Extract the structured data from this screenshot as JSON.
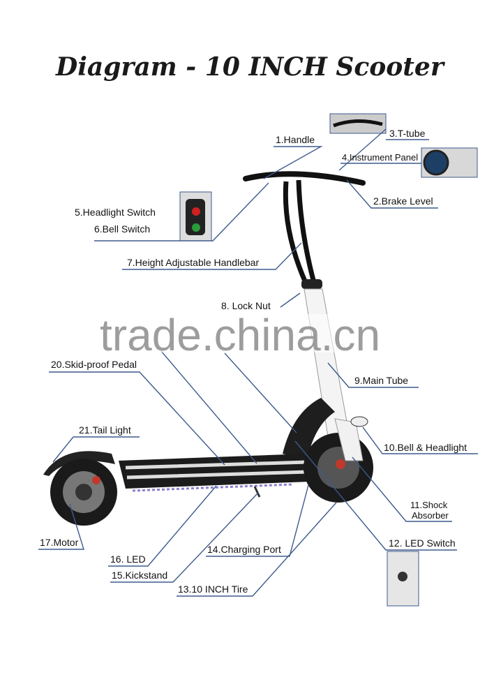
{
  "title": "Diagram - 10 INCH Scooter",
  "watermark": "trade.china.cn",
  "labels": {
    "handle": "1.Handle",
    "brake_level": "2.Brake Level",
    "t_tube": "3.T-tube",
    "instrument_panel": "4.Instrument Panel",
    "headlight_switch": "5.Headlight Switch",
    "bell_switch": "6.Bell Switch",
    "height_adjustable_handlebar": "7.Height Adjustable Handlebar",
    "lock_nut": "8. Lock Nut",
    "main_tube": "9.Main Tube",
    "bell_headlight": "10.Bell & Headlight",
    "shock_absorber_1": "11.Shock",
    "shock_absorber_2": "Absorber",
    "led_switch": "12. LED Switch",
    "tire": "13.10 INCH Tire",
    "charging_port": "14.Charging Port",
    "kickstand": "15.Kickstand",
    "led": "16. LED",
    "motor": "17.Motor",
    "skid_proof_pedal": "20.Skid-proof Pedal",
    "tail_light": "21.Tail Light"
  },
  "colors": {
    "leader_line": "#3d5a8c",
    "deck": "#1c1c1c",
    "main_tube": "#f2f2f2"
  }
}
